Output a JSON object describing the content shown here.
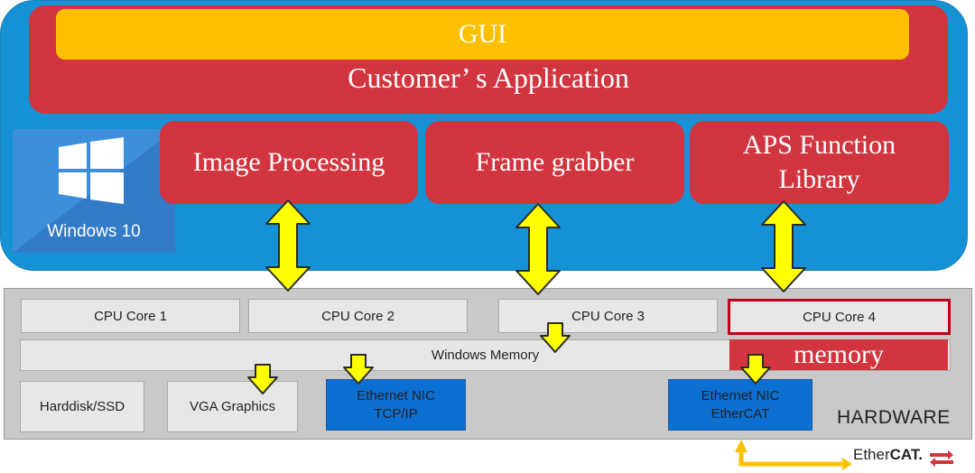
{
  "top": {
    "gui_label": "GUI",
    "app_label": "Customer’ s Application"
  },
  "windows": {
    "label": "Windows 10",
    "icon": "windows-logo-icon"
  },
  "functions": [
    {
      "label": "Image Processing"
    },
    {
      "label": "Frame grabber"
    },
    {
      "label_line1": "APS Function",
      "label_line2": "Library"
    }
  ],
  "hardware": {
    "cores": [
      "CPU Core 1",
      "CPU Core 2",
      "CPU Core 3",
      "CPU Core 4"
    ],
    "windows_memory": "Windows Memory",
    "memory": "memory",
    "devices": [
      "Harddisk/SSD",
      "VGA Graphics"
    ],
    "nic_tcp": {
      "line1": "Ethernet NIC",
      "line2": "TCP/IP"
    },
    "nic_ethercat": {
      "line1": "Ethernet NIC",
      "line2": "EtherCAT"
    },
    "label": "HARDWARE"
  },
  "ethercat": {
    "prefix": "Ether",
    "suffix": "CAT."
  },
  "colors": {
    "blue_panel": "#1592d6",
    "app_red": "#d1353f",
    "gui_yellow": "#fdc001",
    "arrow_yellow": "#ffff00",
    "nic_blue": "#0c6fd2",
    "core4_border": "#c0001a"
  }
}
